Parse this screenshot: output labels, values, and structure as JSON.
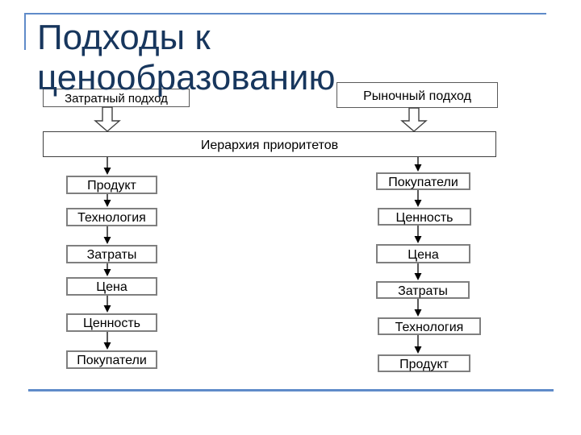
{
  "slide": {
    "title": "Подходы к ценообразованию",
    "colors": {
      "title_text": "#17365d",
      "accent_line": "#5f8bc9",
      "box_border_gray": "#7f7f7f",
      "box_border_dark": "#595959",
      "text": "#000000",
      "background": "#ffffff"
    }
  },
  "diagram": {
    "cost_approach_label": "Затратный подход",
    "market_approach_label": "Рыночный подход",
    "hierarchy_label": "Иерархия приоритетов",
    "left_chain": [
      "Продукт",
      "Технология",
      "Затраты",
      "Цена",
      "Ценность",
      "Покупатели"
    ],
    "right_chain": [
      "Покупатели",
      "Ценность",
      "Цена",
      "Затраты",
      "Технология",
      "Продукт"
    ],
    "icons": [
      "hollow-down-arrow-icon",
      "small-down-arrow-icon"
    ]
  }
}
